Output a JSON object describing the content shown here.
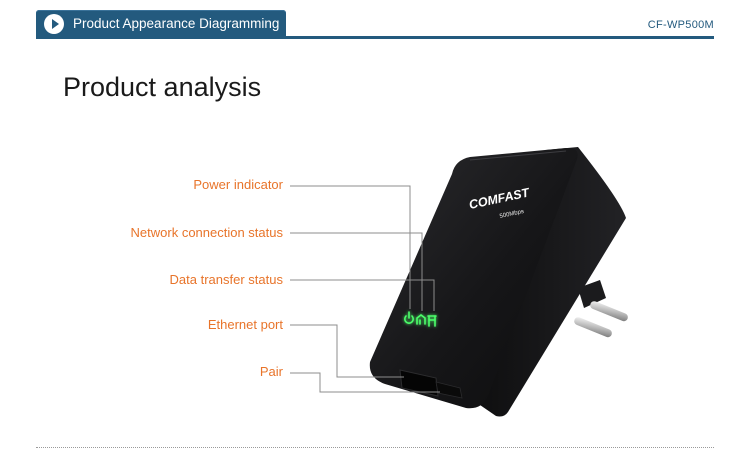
{
  "header": {
    "title": "Product Appearance Diagramming",
    "model": "CF-WP500M"
  },
  "page_title": "Product analysis",
  "callouts": [
    {
      "id": "power",
      "label": "Power indicator"
    },
    {
      "id": "network",
      "label": "Network connection status"
    },
    {
      "id": "data",
      "label": "Data transfer status"
    },
    {
      "id": "ethernet",
      "label": "Ethernet port"
    },
    {
      "id": "pair",
      "label": "Pair"
    }
  ],
  "device": {
    "brand": "COMFAST",
    "brand_sub": "500Mbps",
    "led_color": "#4cff6a",
    "body_color": "#1a1a1c"
  },
  "colors": {
    "header_bar": "#235a7e",
    "label_text": "#e8742a",
    "leader_line": "#8c8c8c"
  }
}
